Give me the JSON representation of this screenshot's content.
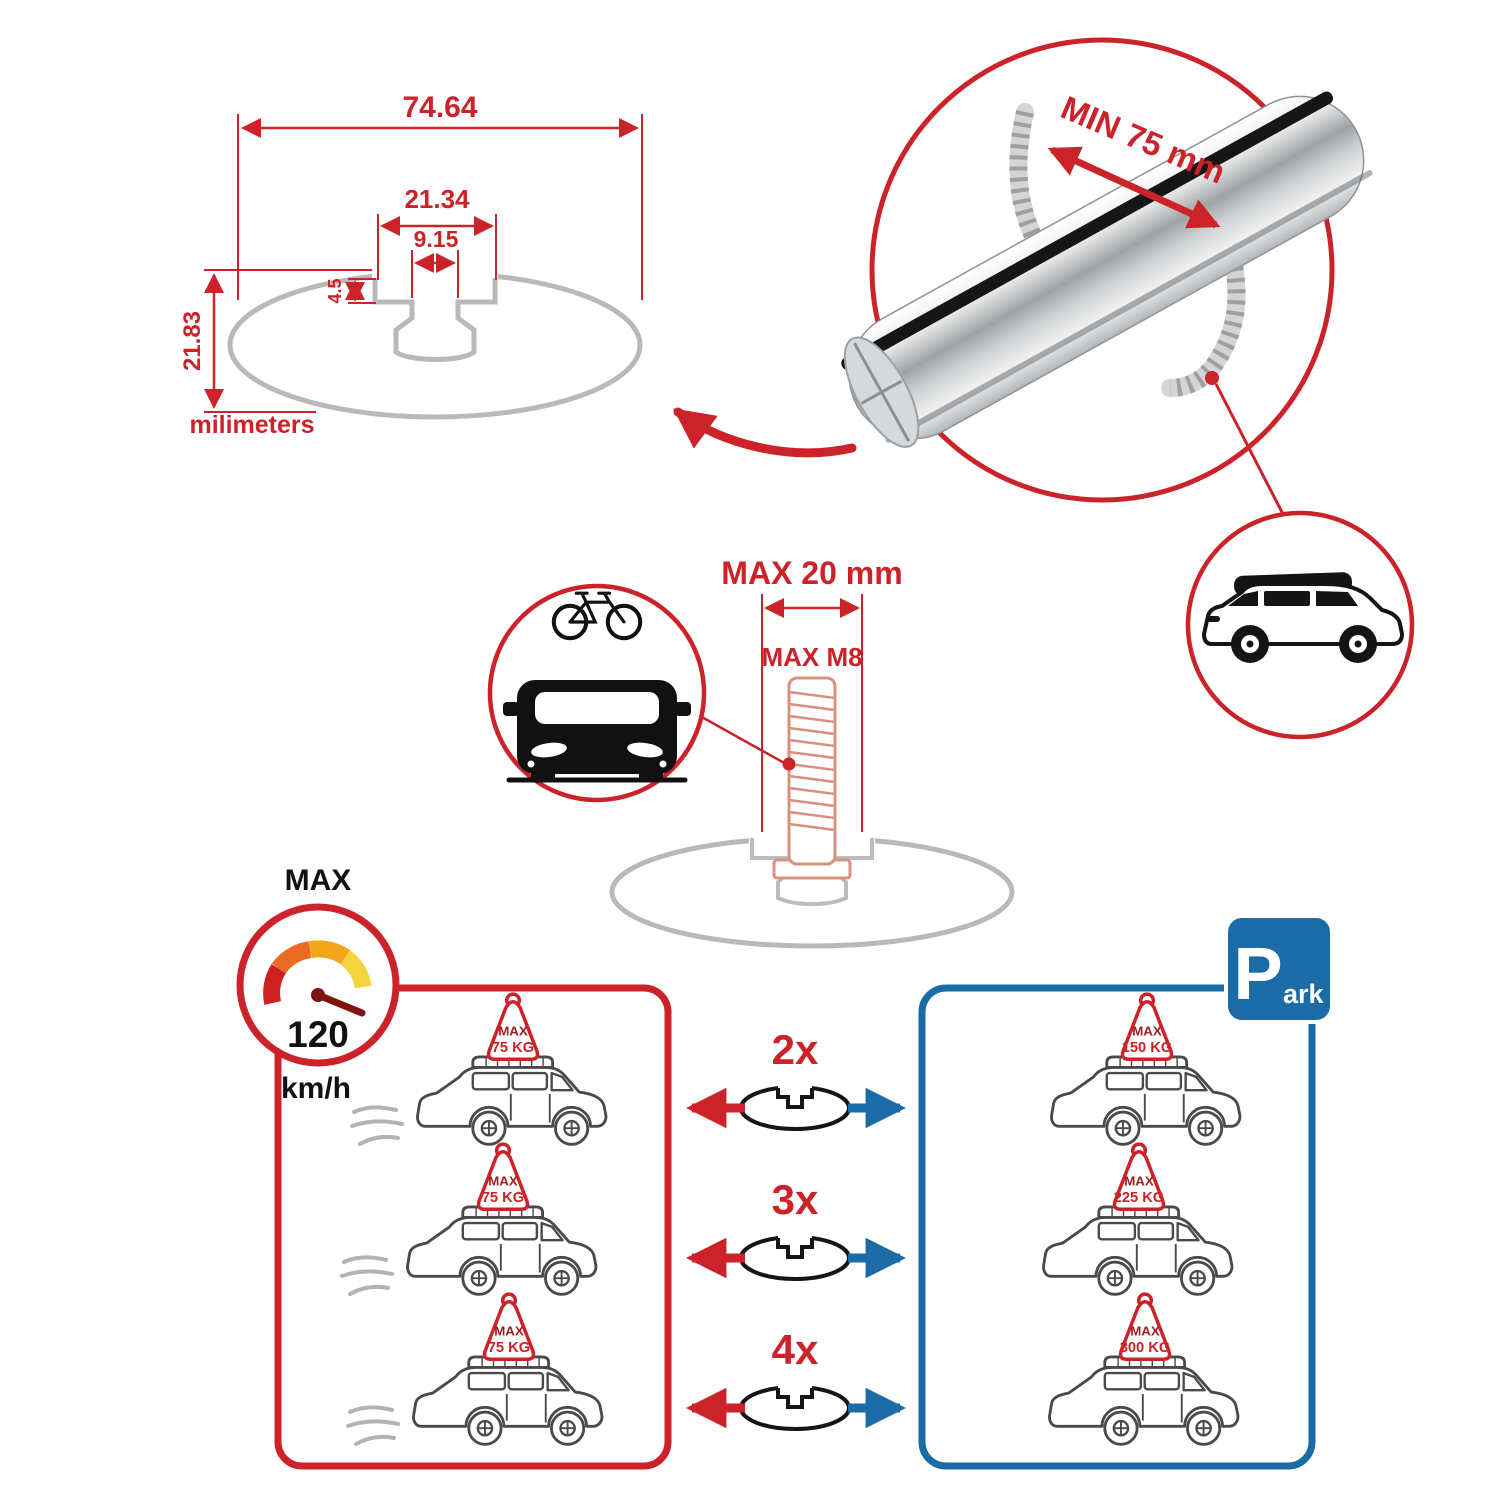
{
  "colors": {
    "accent_red": "#cc2229",
    "accent_blue": "#1b6ba6",
    "profile_gray": "#b9b9b9",
    "car_outline": "#4a4a4a"
  },
  "tech_drawing": {
    "dim_total_width": "74.64",
    "dim_slot_outer": "21.34",
    "dim_slot_inner": "9.15",
    "dim_lip_depth": "4.5",
    "dim_total_height": "21.83",
    "units_label": "milimeters"
  },
  "bar_detail": {
    "min_span_label": "MIN 75 mm"
  },
  "bolt": {
    "max_width_label": "MAX 20 mm",
    "max_thread_label": "MAX M8"
  },
  "gauge": {
    "title": "MAX",
    "value": "120",
    "unit": "km/h",
    "segments": [
      "#cf1f1f",
      "#e96b24",
      "#f2a71b",
      "#f5d33d"
    ],
    "needle_color": "#7d1410"
  },
  "parking_sign": {
    "p": "P",
    "ark": "ark"
  },
  "driving_panel": {
    "cars": [
      {
        "max": "MAX",
        "kg": "75 KG"
      },
      {
        "max": "MAX",
        "kg": "75 KG"
      },
      {
        "max": "MAX",
        "kg": "75 KG"
      }
    ]
  },
  "bar_counts": [
    {
      "label": "2x"
    },
    {
      "label": "3x"
    },
    {
      "label": "4x"
    }
  ],
  "parked_panel": {
    "cars": [
      {
        "max": "MAX",
        "kg": "150 KG"
      },
      {
        "max": "MAX",
        "kg": "225 KG"
      },
      {
        "max": "MAX",
        "kg": "300 KG"
      }
    ]
  }
}
